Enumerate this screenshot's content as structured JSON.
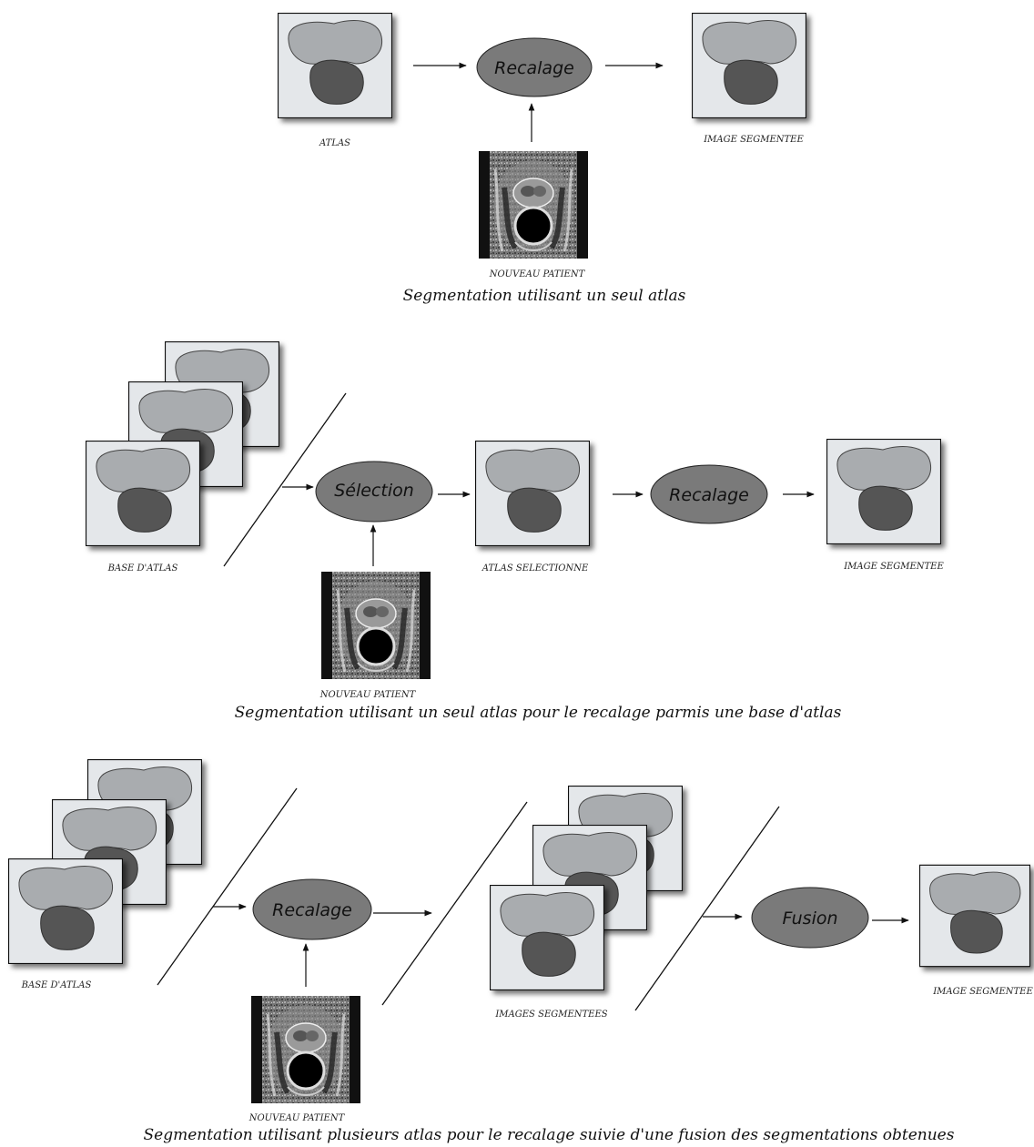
{
  "colors": {
    "card_bg": "#e4e7ea",
    "bladder": "#a9acaf",
    "prostate": "#555555",
    "node": "#7a7a7a",
    "line": "#111111"
  },
  "diagram1": {
    "atlas_label": "ATLAS",
    "node": "Recalage",
    "result_label": "IMAGE SEGMENTEE",
    "patient_label": "NOUVEAU PATIENT",
    "caption": "Segmentation utilisant un seul atlas"
  },
  "diagram2": {
    "base_label": "BASE D'ATLAS",
    "node_select": "Sélection",
    "selected_label": "ATLAS SELECTIONNE",
    "node_register": "Recalage",
    "result_label": "IMAGE SEGMENTEE",
    "patient_label": "NOUVEAU PATIENT",
    "caption": "Segmentation utilisant un seul atlas pour le recalage parmis une base d'atlas"
  },
  "diagram3": {
    "base_label": "BASE D'ATLAS",
    "node_register": "Recalage",
    "segmented_label": "IMAGES SEGMENTEES",
    "node_fusion": "Fusion",
    "result_label": "IMAGE SEGMENTEE",
    "patient_label": "NOUVEAU PATIENT",
    "caption": "Segmentation utilisant plusieurs atlas pour le recalage suivie d'une fusion des segmentations obtenues"
  }
}
